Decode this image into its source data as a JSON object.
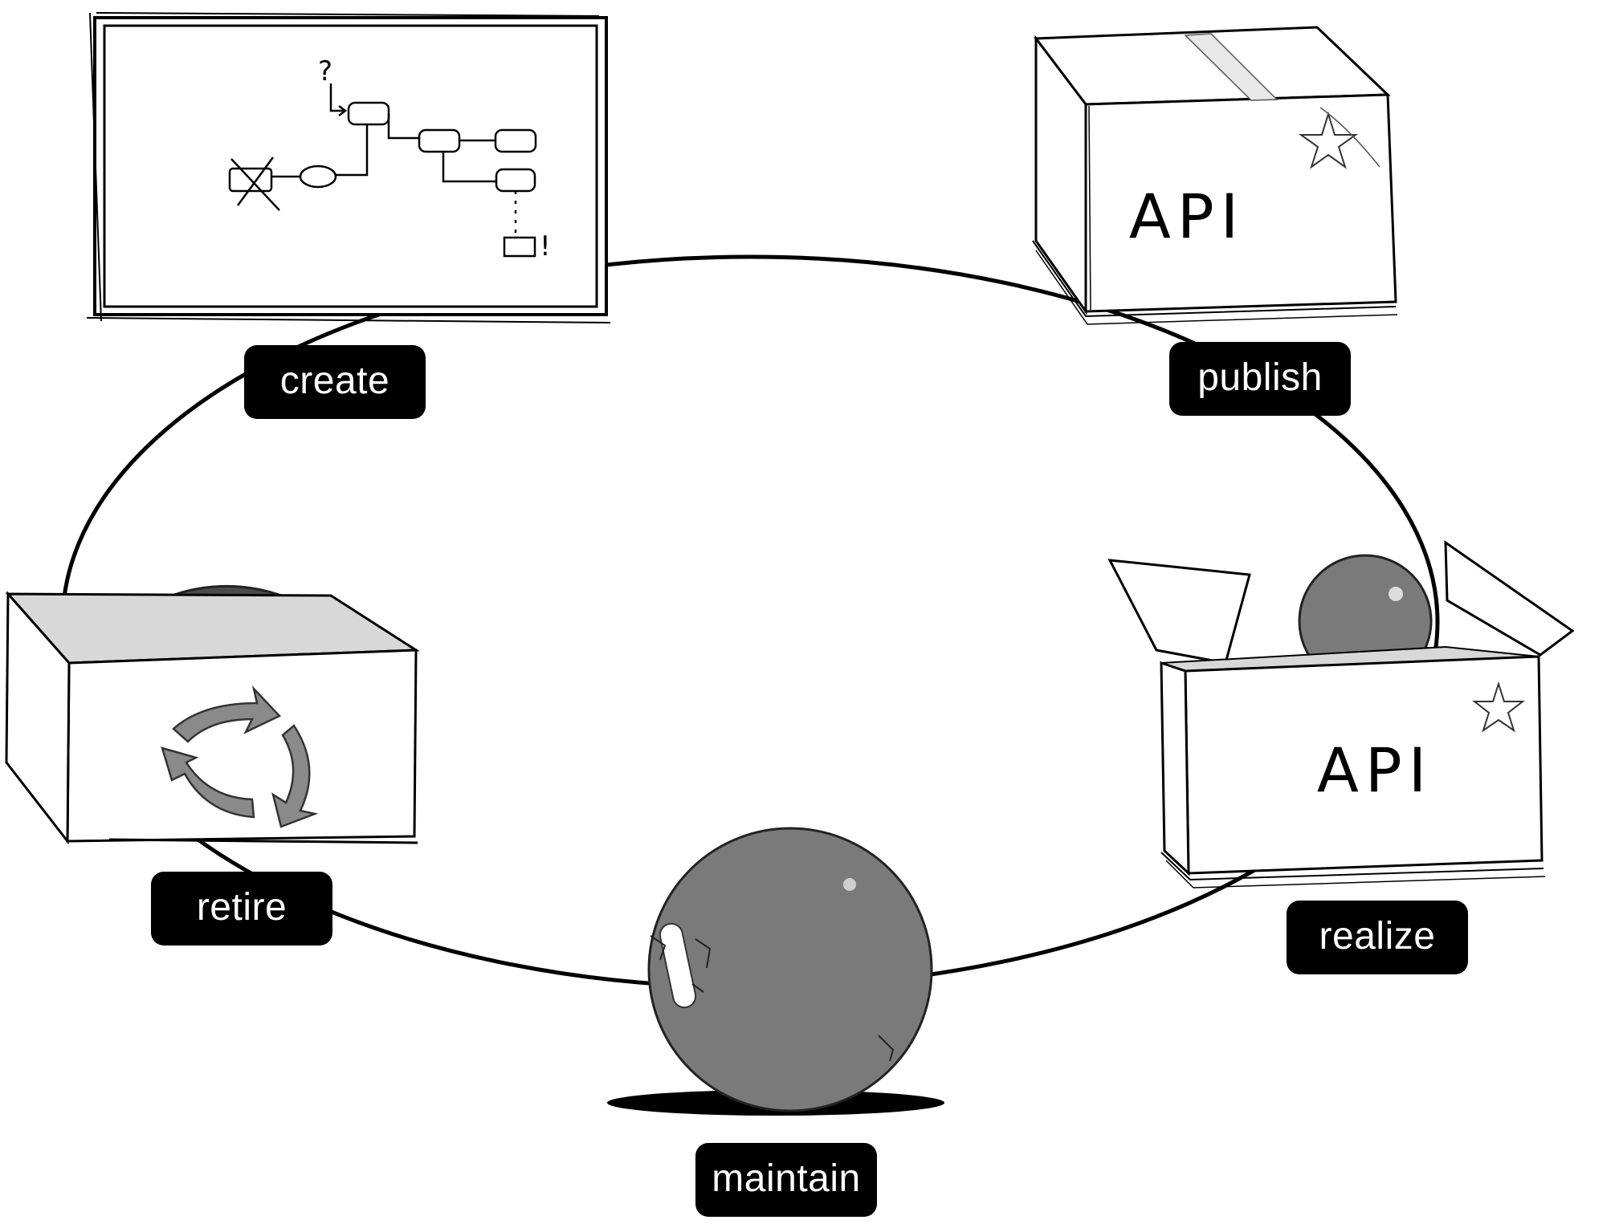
{
  "diagram": {
    "stages": [
      {
        "id": "create",
        "label": "create"
      },
      {
        "id": "publish",
        "label": "publish"
      },
      {
        "id": "realize",
        "label": "realize"
      },
      {
        "id": "maintain",
        "label": "maintain"
      },
      {
        "id": "retire",
        "label": "retire"
      }
    ],
    "box_text": "API",
    "whiteboard_marks": {
      "question": "?",
      "exclaim": "!"
    },
    "colors": {
      "label_bg": "#000000",
      "label_text": "#ffffff",
      "ball_dark": "#4a4a4a",
      "ball_mid": "#7a7a7a",
      "recycle": "#8a8a8a"
    }
  }
}
